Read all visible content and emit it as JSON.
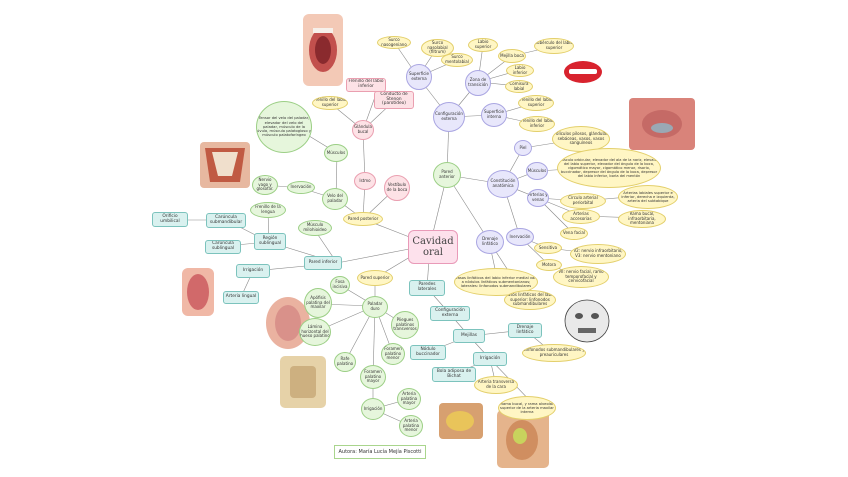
{
  "center": "Cavidad oral",
  "author": "Autora: María Lucía Mejía Piscotti",
  "nodes": {
    "pared_anterior": "Pared anterior",
    "pared_posterior": "Pared posterior",
    "pared_inferior": "Pared inferior",
    "pared_superior": "Pared superior",
    "paredes_laterales": "Paredes laterales",
    "vestibulo": "Vestíbulo de la boca",
    "istmo": "Istmo",
    "musculos_post": "Músculos",
    "velo": "Velo del paladar",
    "inervacion_post": "Inervación",
    "nervio_vago": "Nervio vago y glosofar.",
    "musculos_velo": "Tensor del velo del paladar, elevador del velo del paladar, músculo de la úvula, músculo palatogloso y músculo palatofaríngeo",
    "frenillo_sup": "Frenillo del labio superior",
    "frenillo_inf": "Frenillo del labio inferior",
    "conducto": "Conducto de Stenon (parotídeo)",
    "glandula": "Glándula bucal",
    "config_externa": "Configuración externa",
    "superficie_externa": "Superficie externa",
    "surco_naso": "Surco nasogeniano",
    "surco_nasolabial": "Surco nasolabial (filtrum)",
    "surco_mento": "Surco mentolabial",
    "labio_sup": "Labio superior",
    "labio_inf": "Labio inferior",
    "mejilla_boca": "Mejilla boca",
    "tuberculo": "Tubérculo del labio superior",
    "zona_transicion": "Zona de transición",
    "comisura": "Comisura labial",
    "superficie_interna": "Superficie interna",
    "frenillo_sup2": "Frenillo del labio superior",
    "frenillo_inf2": "Frenillo del labio inferior",
    "constitucion": "Constitución anatómica",
    "piel": "Piel",
    "glandulas": "Folículos pilosos, glándulas sebáceas, vasos, vasos sanguíneos",
    "musculos_const": "Músculos",
    "musculos_list": "Músculo orbicular, elevador del ala de la nariz, elevador del labio superior, elevador del ángulo de la boca, cigomático mayor, cigomático menor, risorio, buccinador, depresor del ángulo de la boca, depresor del labio inferior, borla del mentón",
    "arterias": "Arterias y venas",
    "arterias_lab": "Arterias labiales superior e inferior, derecha e izquierda, arteria del subtabique",
    "circulo": "Círculo arterial periorbital",
    "arterias_acc": "Arterias accesorias",
    "rama_bucal": "Rama bucal, infraorbitaria, mentoniana",
    "vena_facial": "Vena facial",
    "inervacion_const": "Inervación",
    "sensitiva": "Sensitiva",
    "nervio_infra": "V2: nervio infraorbitario, V3: nervio mentoniano",
    "motora": "Motora",
    "nervio_facial": "VII: nervio facial, ramo temporofacial y cervicofacial",
    "drenaje": "Drenaje linfático",
    "vasos_lab": "Vasos linfáticos del labio inferior medial van a nódulos linfáticos submentonianos; laterales: linfonodos submandibulares",
    "vasos_sup": "Vasos linfáticos del labio superior: linfonodos submandibulares",
    "frenillo_lengua": "Frenillo de la lengua",
    "carunculas_sub": "Carúncula submandibular",
    "orificio": "Orificio umbilical",
    "carunculas_sub2": "Carúncula sublingual",
    "region_sub": "Región sublingual",
    "musculo_milo": "Músculo milohioideo",
    "irrigacion_inf": "Irrigación",
    "arteria_lingual": "Arteria lingual",
    "pared_sup_label": "Pared superior",
    "fosa_incisiva": "Fosa incisiva",
    "apofisis": "Apófisis palatina del maxilar",
    "lamina": "Lámina horizontal del hueso palatino",
    "rafe": "Rafe palatino",
    "paladar_duro": "Paladar duro",
    "pliegues": "Pliegues palatinos transversos",
    "foramen_menor": "Foramen palatino menor",
    "foramen_mayor": "Foramen palatino mayor",
    "irrigacion_sup": "Irrigación",
    "art_mayor": "Arteria palatina mayor",
    "art_menor": "Arteria palatina menor",
    "config_lat": "Configuración externa",
    "mejillas": "Mejillas",
    "drenaje_lat": "Drenaje linfático",
    "nodulos": "Nódulo buccinador",
    "linfo_sub": "Linfonodos submandibulares y preauriculares",
    "bola_bichat": "Bola adiposa de Bichat",
    "irrigacion_lat": "Irrigación",
    "art_transversa": "Arteria transversa de la cara",
    "rama_bucal_lat": "Rama bucal, y rama alveolar superior de la arteria maxilar interna"
  },
  "colors": {
    "yellow": "#fff6c4",
    "green": "#e6f6dc",
    "teal": "#d9f1ef",
    "lavender": "#e8e7fb",
    "pink": "#fde2e6",
    "line": "#8a8a8a"
  }
}
